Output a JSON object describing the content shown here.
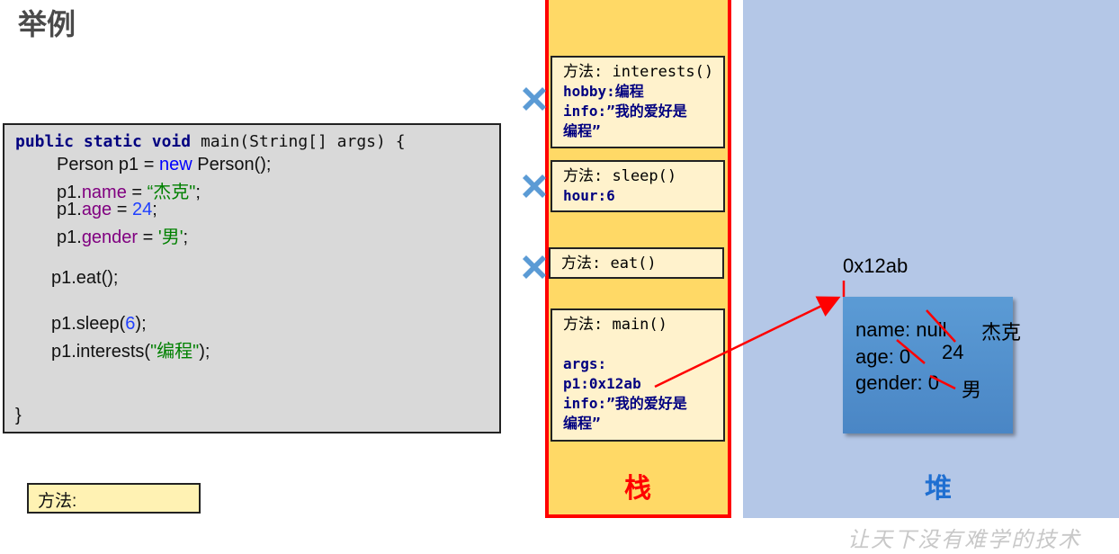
{
  "title": "举例",
  "code": {
    "line1": {
      "kw1": "public",
      "kw2": "static",
      "kw3": "void",
      "rest": "main(String[] args) {"
    },
    "line2": {
      "a": "Person p1 = ",
      "kw": "new",
      "b": " Person();"
    },
    "line3": {
      "a": "p1.",
      "field": "name",
      "b": " = ",
      "str": "“杰克\"",
      "c": ";"
    },
    "line4": {
      "a": "p1.",
      "field": "age",
      "b": " = ",
      "num": "24",
      "c": ";"
    },
    "line5": {
      "a": "p1.",
      "field": "gender",
      "b": " = ",
      "str": "'男'",
      "c": ";"
    },
    "line6": "p1.eat();",
    "line7": {
      "a": "p1.sleep(",
      "num": "6",
      "b": ");"
    },
    "line8": {
      "a": "p1.interests(",
      "str": "\"编程\"",
      "b": ");"
    },
    "line9": "}"
  },
  "method_label": "方法:",
  "stack": {
    "label": "栈",
    "frames": {
      "interests": {
        "title": "方法: interests()",
        "l1": "hobby:编程",
        "l2": "info:”我的爱好是",
        "l3": "编程”"
      },
      "sleep": {
        "title": "方法: sleep()",
        "l1": "hour:6"
      },
      "eat": {
        "title": "方法: eat()"
      },
      "main": {
        "title": "方法: main()",
        "l1": "args:",
        "l2": "p1:0x12ab",
        "l3": "info:”我的爱好是",
        "l4": "编程”"
      }
    }
  },
  "heap": {
    "label": "堆",
    "address": "0x12ab",
    "object": {
      "name_line": "name: null",
      "name_new": "杰克",
      "age_line": "age: 0",
      "age_new": "24",
      "gender_line": "gender: 0",
      "gender_new": "男"
    }
  },
  "watermark": "让天下没有难学的技术",
  "colors": {
    "arrow": "#ff0000",
    "stack_border": "#ff0000",
    "heap_label": "#1f6fd1",
    "xmark": "#5b9bd5"
  }
}
